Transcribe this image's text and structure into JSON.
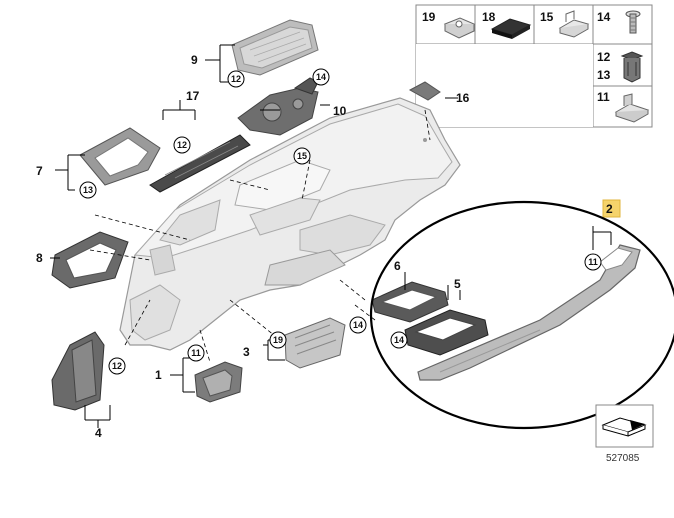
{
  "diagram": {
    "diagram_id": "527085",
    "callouts": {
      "c1": "1",
      "c2": "2",
      "c3": "3",
      "c4": "4",
      "c5": "5",
      "c6": "6",
      "c7": "7",
      "c8": "8",
      "c9": "9",
      "c10": "10",
      "c16": "16",
      "c17": "17"
    },
    "circled": {
      "c11": "11",
      "c12": "12",
      "c13": "13",
      "c14": "14",
      "c15": "15",
      "c19": "19"
    },
    "legend": {
      "l19": "19",
      "l18": "18",
      "l15": "15",
      "l14": "14",
      "l12": "12",
      "l13": "13",
      "l11": "11"
    },
    "colors": {
      "part_fill": "#e4e4e4",
      "part_stroke": "#8a8a8a",
      "dark_part": "#5a5a5a",
      "highlight": "#f5d36b",
      "ellipse": "#000000"
    }
  }
}
